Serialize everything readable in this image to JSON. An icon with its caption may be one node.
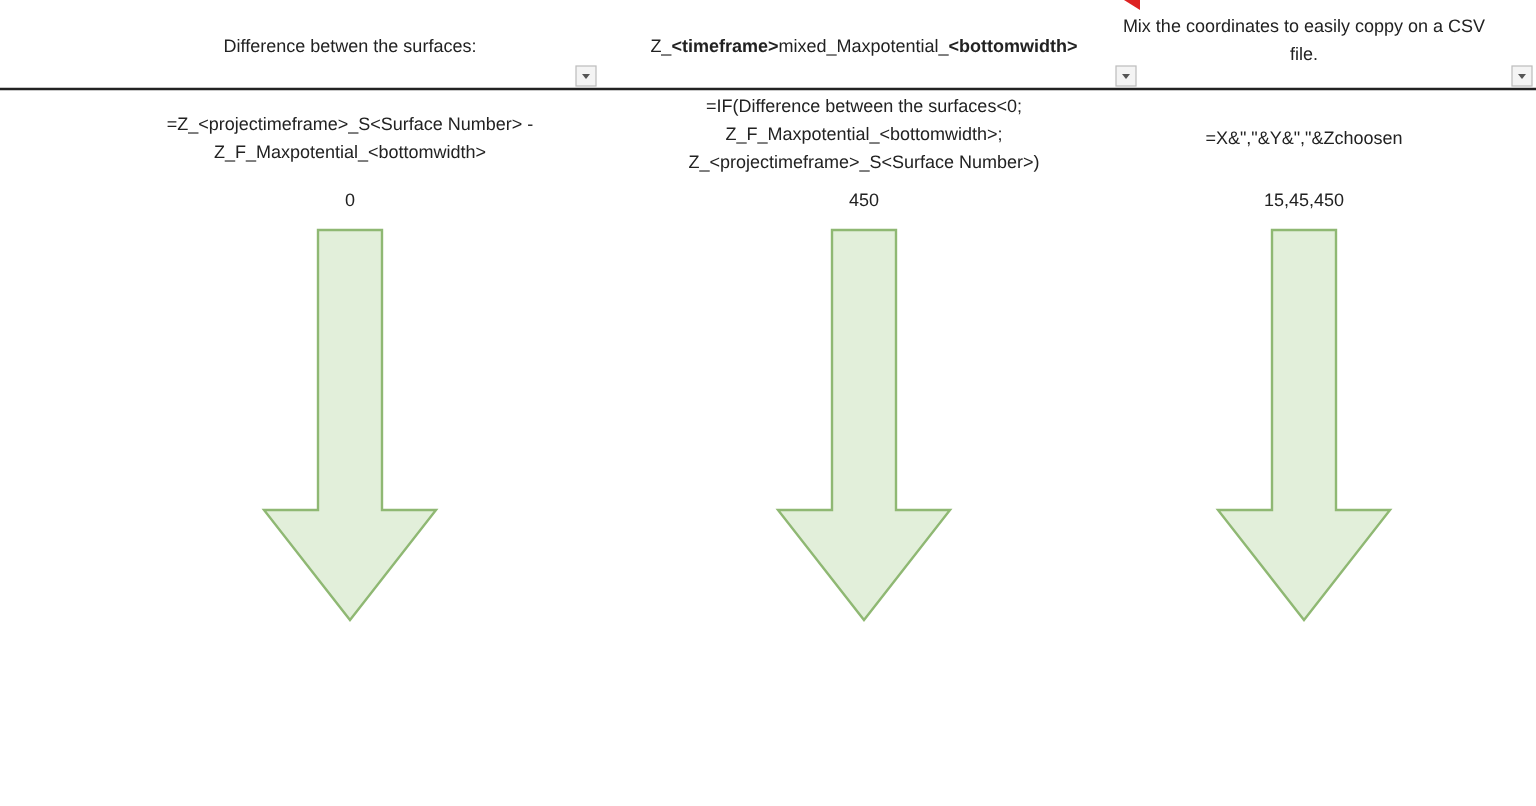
{
  "diagram": {
    "nodes": [
      {
        "text": [
          "0"
        ]
      },
      {
        "text": [
          "450"
        ]
      },
      {
        "text": [
          "15,45,450"
        ]
      }
    ],
    "edges": [
      {
        "from": 0,
        "to": null,
        "arrow": "to"
      },
      {
        "from": 1,
        "to": null,
        "arrow": "to"
      },
      {
        "from": 2,
        "to": null,
        "arrow": "to"
      }
    ],
    "labels": [
      "Difference betwen the surfaces:",
      "Z_**<timeframe>**mixed_Maxpotential_**<bottomwidth>**",
      "Mix the coordinates to easily coppy on a CSV file.",
      "=Z_<projectimeframe>_S<Surface Number> - Z_F_Maxpotential_<bottomwidth>",
      "=IF(Difference between the surfaces<0; Z_F_Maxpotential_<bottomwidth>; Z_<projectimeframe>_S<Surface Number>)",
      "=X&\",\"&Y&\",\"&Zchoosen"
    ]
  }
}
